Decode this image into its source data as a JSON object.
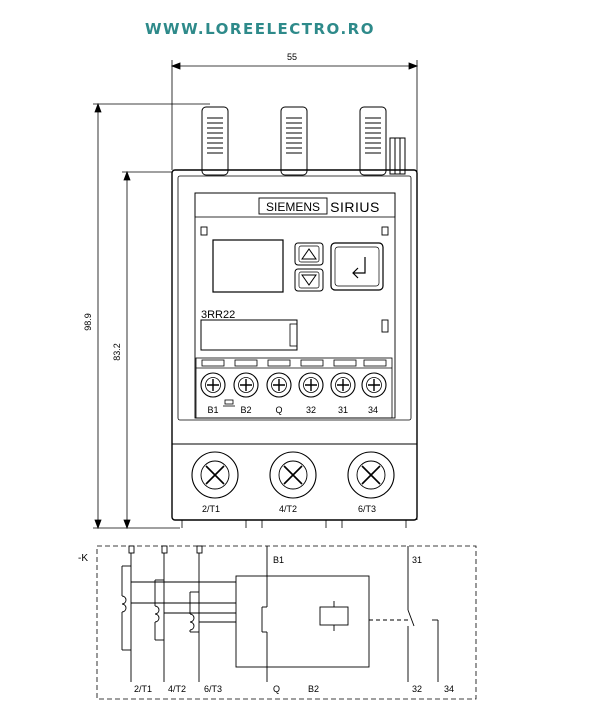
{
  "header": {
    "url": "WWW.LOREELECTRO.RO"
  },
  "dimensions": {
    "width": "55",
    "height_total": "98.9",
    "height_body": "83.2"
  },
  "device": {
    "brand": "SIEMENS",
    "series": "SIRIUS",
    "model": "3RR22",
    "top_terminals": [
      "B1",
      "B2",
      "Q",
      "32",
      "31",
      "34"
    ],
    "bottom_terminals": [
      "2/T1",
      "4/T2",
      "6/T3"
    ]
  },
  "schematic": {
    "designator": "-K",
    "labels_top": [
      "B1",
      "31"
    ],
    "labels_bottom": [
      "2/T1",
      "4/T2",
      "6/T3",
      "Q",
      "B2",
      "32",
      "34"
    ]
  },
  "colors": {
    "url": "#2e8a8a",
    "line": "#000000",
    "body_fill": "#ffffff"
  }
}
